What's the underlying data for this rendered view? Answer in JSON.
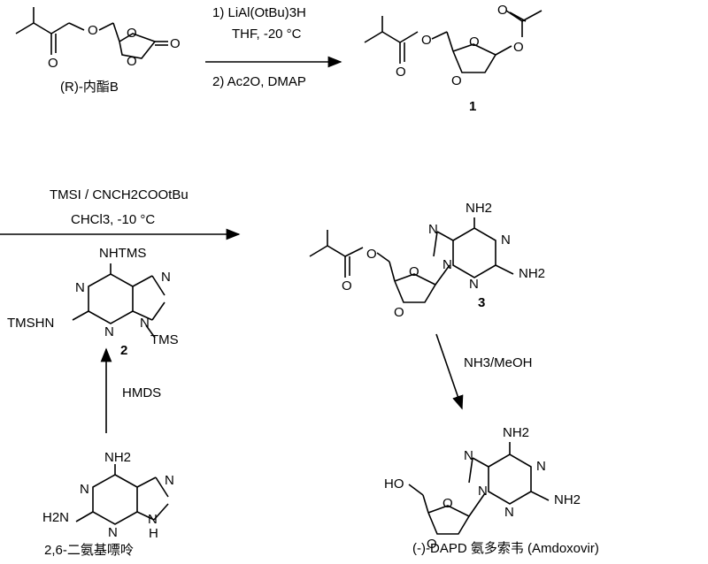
{
  "starting_material": {
    "label": "(R)-内酯B"
  },
  "step1": {
    "condition_1": "1) LiAl(OtBu)3H",
    "condition_1b": "THF, -20 °C",
    "condition_2": "2) Ac2O, DMAP"
  },
  "compound1": {
    "number": "1"
  },
  "step2": {
    "reagent": "TMSI / CNCH2COOtBu",
    "condition": "CHCl3, -10 °C"
  },
  "compound2": {
    "number": "2",
    "nh_label": "NHTMS",
    "n_tms_left": "TMSHN",
    "tms_right": "TMS"
  },
  "step_hmds": {
    "reagent": "HMDS"
  },
  "diaminopurine": {
    "label": "2,6-二氨基嘌呤"
  },
  "compound3": {
    "number": "3"
  },
  "step_deprotect": {
    "reagent": "NH3/MeOH"
  },
  "product": {
    "label": "(-)-DAPD 氨多索韦 (Amdoxovir)"
  },
  "atoms": {
    "O": "O",
    "N": "N",
    "NH2": "NH2",
    "H2N": "H2N",
    "H": "H",
    "HO": "HO"
  }
}
